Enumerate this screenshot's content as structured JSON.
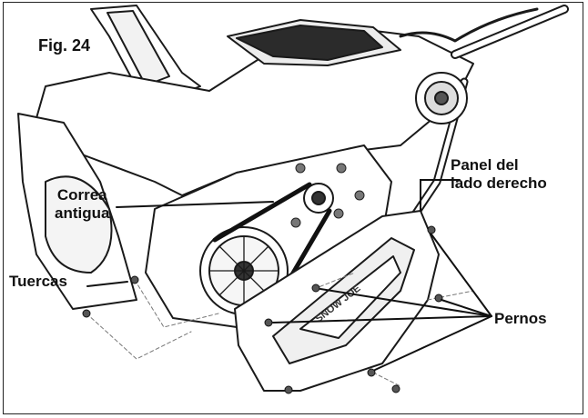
{
  "figure": {
    "title": "Fig. 24",
    "logo_text": "SNOW JOE"
  },
  "labels": {
    "old_belt_line1": "Correa",
    "old_belt_line2": "antigua",
    "right_panel_line1": "Panel del",
    "right_panel_line2": "lado derecho",
    "nuts": "Tuercas",
    "bolts": "Pernos"
  }
}
